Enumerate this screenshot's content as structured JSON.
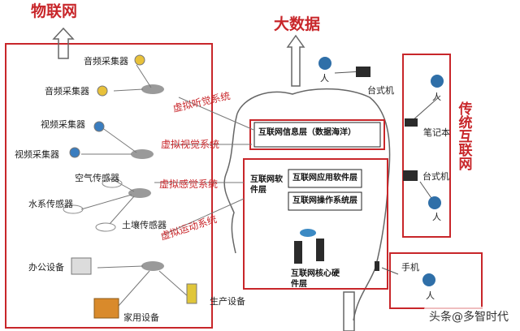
{
  "iot": {
    "title": "物联网",
    "devices": [
      "音频采集器",
      "音频采集器",
      "视频采集器",
      "视频采集器",
      "空气传感器",
      "水系传感器",
      "土壤传感器",
      "办公设备",
      "家用设备",
      "生产设备"
    ],
    "systems": [
      "虚拟听觉系统",
      "虚拟视觉系统",
      "虚拟感觉系统",
      "虚拟运动系统"
    ]
  },
  "bigdata": {
    "title": "大数据"
  },
  "internet": {
    "title": "传统互联网",
    "devices": [
      "台式机",
      "笔记本",
      "台式机",
      "手机"
    ],
    "person": "人"
  },
  "head": {
    "info_layer": "互联网信息层（数据海洋）",
    "software_layer": "互联网软件层",
    "app_layer": "互联网应用软件层",
    "os_layer": "互联网操作系统层",
    "hardware_layer": "互联网核心硬件层"
  },
  "watermark": "头条@多智时代"
}
